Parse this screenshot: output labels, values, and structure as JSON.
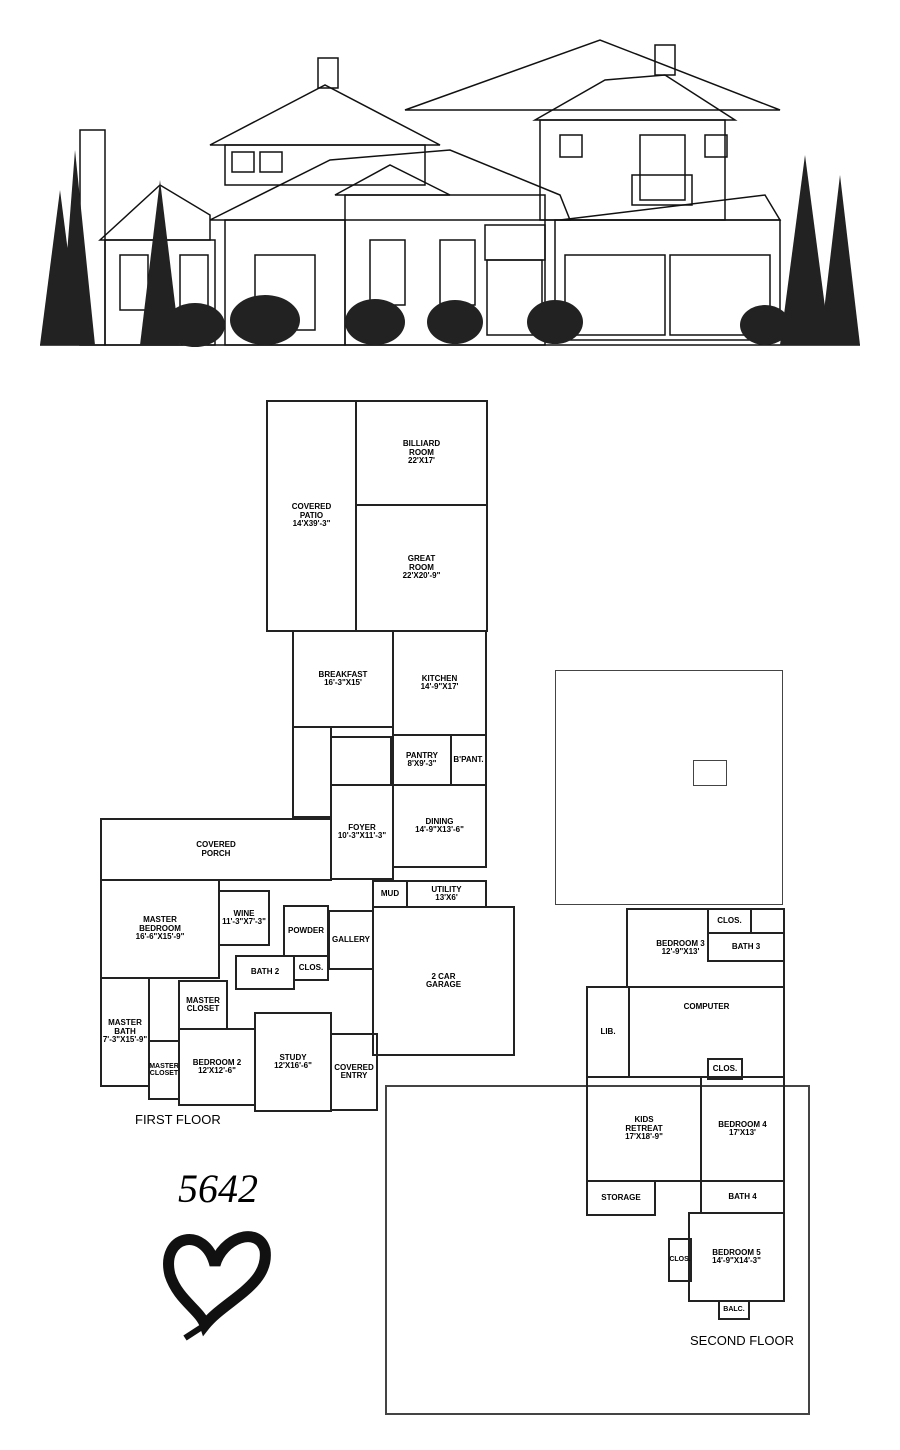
{
  "plan_number": "5642",
  "first_floor": {
    "label": "FIRST FLOOR",
    "rooms": [
      {
        "name": "COVERED\nPATIO",
        "size": "14'X39'-3\""
      },
      {
        "name": "BILLIARD\nROOM",
        "size": "22'X17'"
      },
      {
        "name": "GREAT\nROOM",
        "size": "22'X20'-9\""
      },
      {
        "name": "BREAKFAST",
        "size": "16'-3\"X15'"
      },
      {
        "name": "KITCHEN",
        "size": "14'-9\"X17'"
      },
      {
        "name": "PANTRY",
        "size": "8'X9'-3\""
      },
      {
        "name": "B'PANT.",
        "size": ""
      },
      {
        "name": "FOYER",
        "size": "10'-3\"X11'-3\""
      },
      {
        "name": "DINING",
        "size": "14'-9\"X13'-6\""
      },
      {
        "name": "COVERED\nPORCH",
        "size": ""
      },
      {
        "name": "MASTER\nBEDROOM",
        "size": "16'-6\"X15'-9\""
      },
      {
        "name": "WINE",
        "size": "11'-3\"X7'-3\""
      },
      {
        "name": "POWDER",
        "size": ""
      },
      {
        "name": "GALLERY",
        "size": ""
      },
      {
        "name": "MUD",
        "size": ""
      },
      {
        "name": "UTILITY",
        "size": "13'X6'"
      },
      {
        "name": "2 CAR\nGARAGE",
        "size": ""
      },
      {
        "name": "BATH 2",
        "size": ""
      },
      {
        "name": "CLOS.",
        "size": ""
      },
      {
        "name": "MASTER\nCLOSET",
        "size": ""
      },
      {
        "name": "MASTER\nBATH",
        "size": "7'-3\"X15'-9\""
      },
      {
        "name": "MASTER\nCLOSET",
        "size": ""
      },
      {
        "name": "BEDROOM 2",
        "size": "12'X12'-6\""
      },
      {
        "name": "STUDY",
        "size": "12'X16'-6\""
      },
      {
        "name": "COVERED\nENTRY",
        "size": ""
      }
    ]
  },
  "second_floor": {
    "label": "SECOND FLOOR",
    "rooms": [
      {
        "name": "BEDROOM 3",
        "size": "12'-9\"X13'"
      },
      {
        "name": "CLOS.",
        "size": ""
      },
      {
        "name": "BATH 3",
        "size": ""
      },
      {
        "name": "LIB.",
        "size": ""
      },
      {
        "name": "COMPUTER",
        "size": ""
      },
      {
        "name": "CLOS.",
        "size": ""
      },
      {
        "name": "KIDS\nRETREAT",
        "size": "17'X18'-9\""
      },
      {
        "name": "BEDROOM 4",
        "size": "17'X13'"
      },
      {
        "name": "STORAGE",
        "size": ""
      },
      {
        "name": "BATH 4",
        "size": ""
      },
      {
        "name": "BEDROOM 5",
        "size": "14'-9\"X14'-3\""
      },
      {
        "name": "CLOS.",
        "size": ""
      },
      {
        "name": "BALC.",
        "size": ""
      }
    ]
  }
}
